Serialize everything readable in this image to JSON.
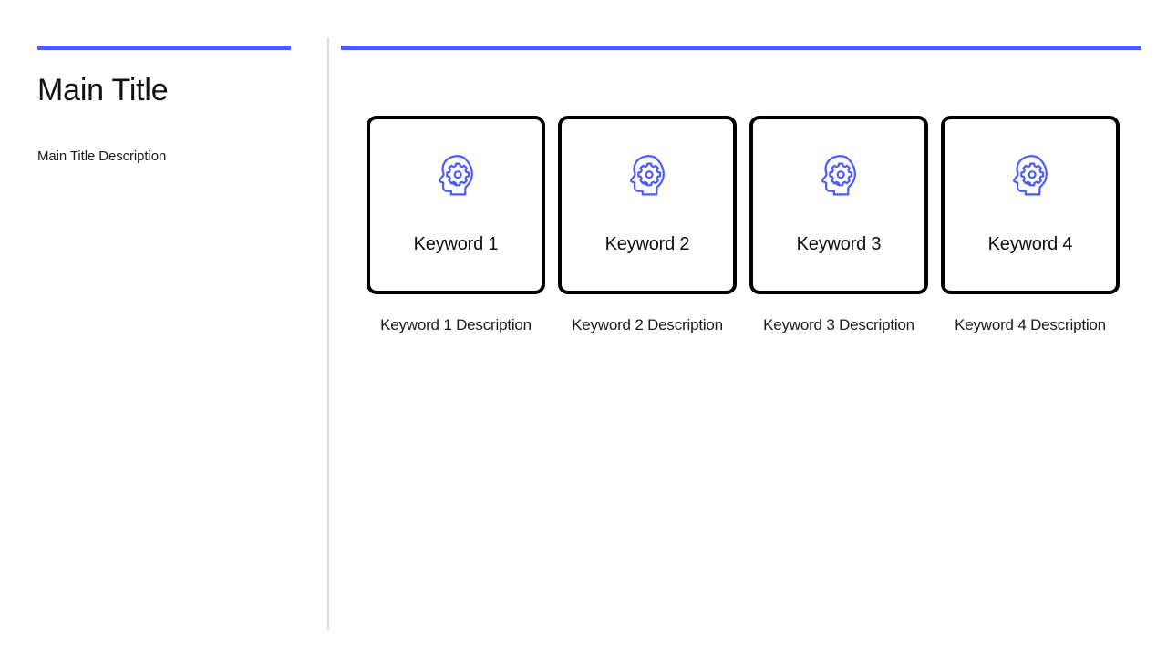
{
  "theme": {
    "accent_color": "#4a5cf5",
    "icon_color": "#4a5cf5",
    "card_border_color": "#000000",
    "divider_color": "#dcdde1",
    "background_color": "#ffffff",
    "text_color": "#111111"
  },
  "left": {
    "title": "Main Title",
    "description": "Main Title Description"
  },
  "cards": [
    {
      "label": "Keyword 1",
      "description": "Keyword 1 Description",
      "icon": "head-gear-icon"
    },
    {
      "label": "Keyword 2",
      "description": "Keyword 2 Description",
      "icon": "head-gear-icon"
    },
    {
      "label": "Keyword 3",
      "description": "Keyword 3 Description",
      "icon": "head-gear-icon"
    },
    {
      "label": "Keyword 4",
      "description": "Keyword 4 Description",
      "icon": "head-gear-icon"
    }
  ]
}
